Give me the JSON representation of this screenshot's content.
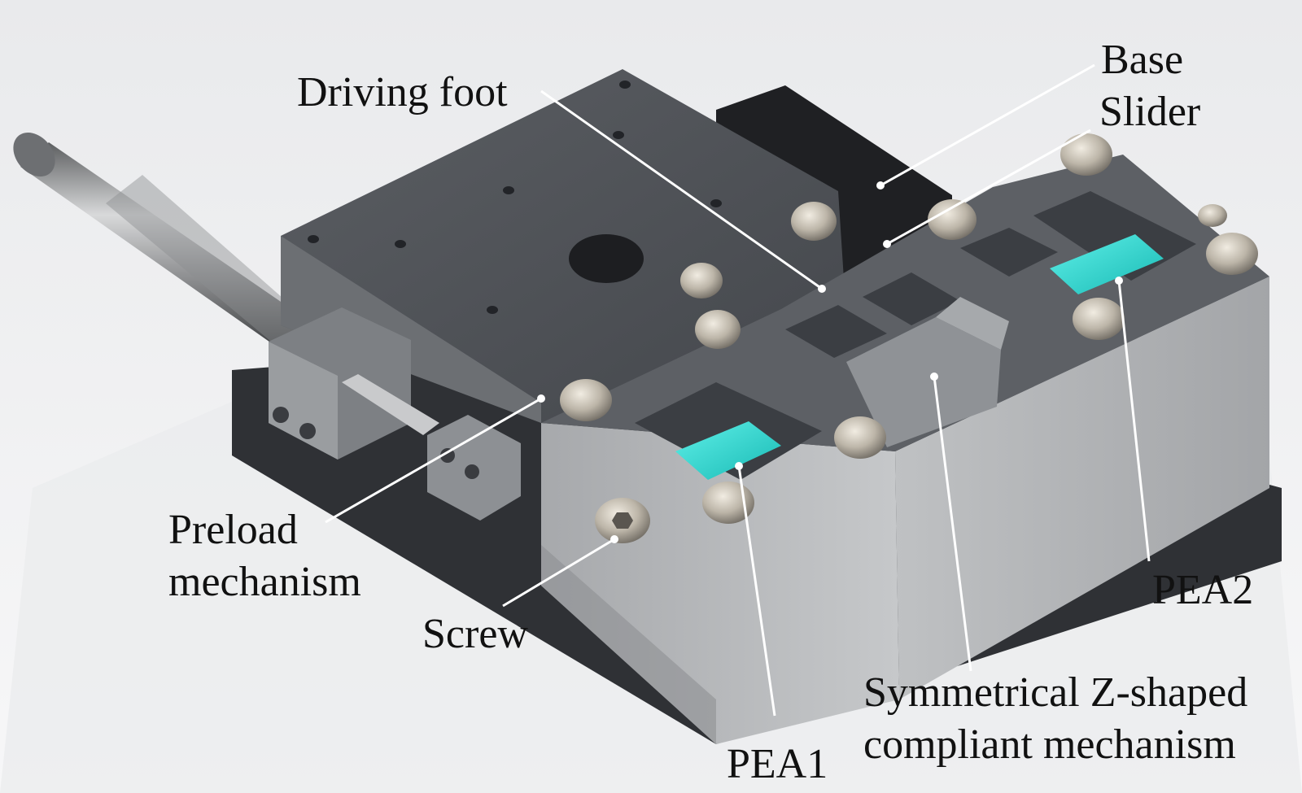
{
  "labels": {
    "driving_foot": "Driving foot",
    "base": "Base",
    "slider": "Slider",
    "preload": [
      "Preload",
      "mechanism"
    ],
    "screw": "Screw",
    "pea1": "PEA1",
    "pea2": "PEA2",
    "compliant": [
      "Symmetrical Z-shaped",
      "compliant mechanism"
    ]
  },
  "colors": {
    "background": "#f2f3f4",
    "metal_dark": "#4a4d52",
    "metal_mid": "#9c9fa3",
    "metal_light": "#c4c6c9",
    "piezo": "#2fd9d2",
    "leader": "#ffffff",
    "text": "#111111"
  }
}
